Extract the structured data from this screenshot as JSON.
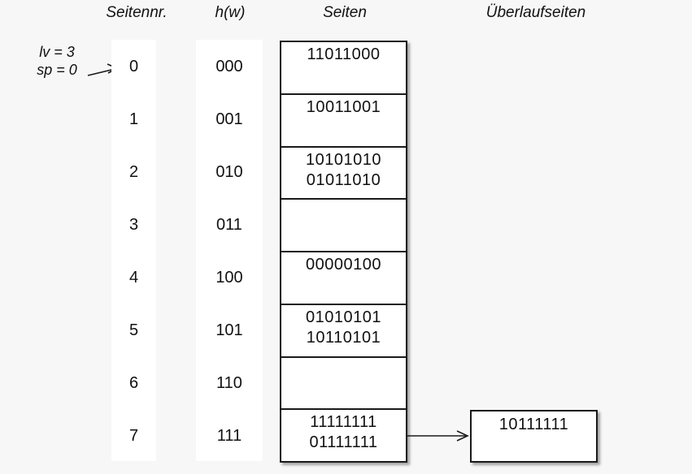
{
  "headers": {
    "seitennr": "Seitennr.",
    "hw": "h(w)",
    "seiten": "Seiten",
    "ueberlauf": "Überlaufseiten"
  },
  "annotation": {
    "lv": "lv = 3",
    "sp": "sp = 0"
  },
  "rows": [
    {
      "nr": "0",
      "hw": "000",
      "lines": [
        "11011000"
      ]
    },
    {
      "nr": "1",
      "hw": "001",
      "lines": [
        "10011001"
      ]
    },
    {
      "nr": "2",
      "hw": "010",
      "lines": [
        "10101010",
        "01011010"
      ]
    },
    {
      "nr": "3",
      "hw": "011",
      "lines": []
    },
    {
      "nr": "4",
      "hw": "100",
      "lines": [
        "00000100"
      ]
    },
    {
      "nr": "5",
      "hw": "101",
      "lines": [
        "01010101",
        "10110101"
      ]
    },
    {
      "nr": "6",
      "hw": "110",
      "lines": []
    },
    {
      "nr": "7",
      "hw": "111",
      "lines": [
        "11111111",
        "01111111"
      ]
    }
  ],
  "overflow": {
    "value": "10111111",
    "linked_from_row": "7"
  },
  "colors": {
    "background": "#f7f7f7",
    "box_fill": "#ffffff",
    "line": "#1a1a1a",
    "text": "#111111"
  }
}
